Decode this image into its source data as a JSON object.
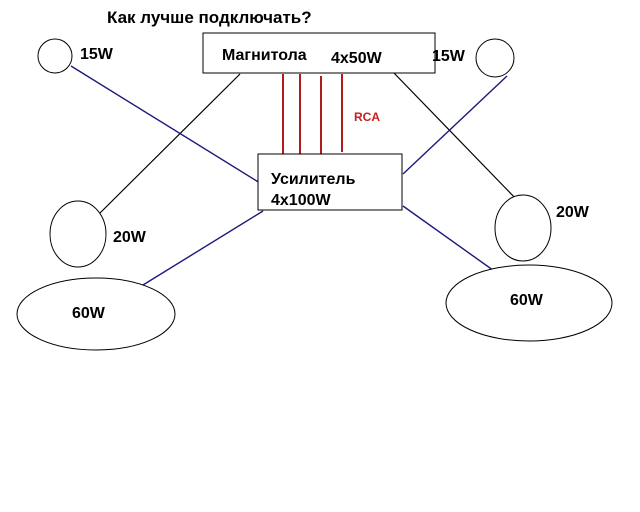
{
  "title": "Как лучше подключать?",
  "colors": {
    "speaker_wire_headunit": "#000000",
    "speaker_wire_amp": "#1a1a7a",
    "rca_wire": "#b01c1c",
    "rca_label": "#c81e1e"
  },
  "head_unit": {
    "name": "Магнитола",
    "power": "4x50W"
  },
  "amplifier": {
    "name": "Усилитель",
    "power": "4x100W"
  },
  "rca": {
    "label": "RCA",
    "channels": 4
  },
  "speakers": [
    {
      "id": "left-small",
      "label": "15W",
      "source": "amplifier"
    },
    {
      "id": "right-small",
      "label": "15W",
      "source": "amplifier"
    },
    {
      "id": "left-mid",
      "label": "20W",
      "source": "head_unit"
    },
    {
      "id": "right-mid",
      "label": "20W",
      "source": "head_unit"
    },
    {
      "id": "left-large",
      "label": "60W",
      "source": "amplifier"
    },
    {
      "id": "right-large",
      "label": "60W",
      "source": "amplifier"
    }
  ]
}
